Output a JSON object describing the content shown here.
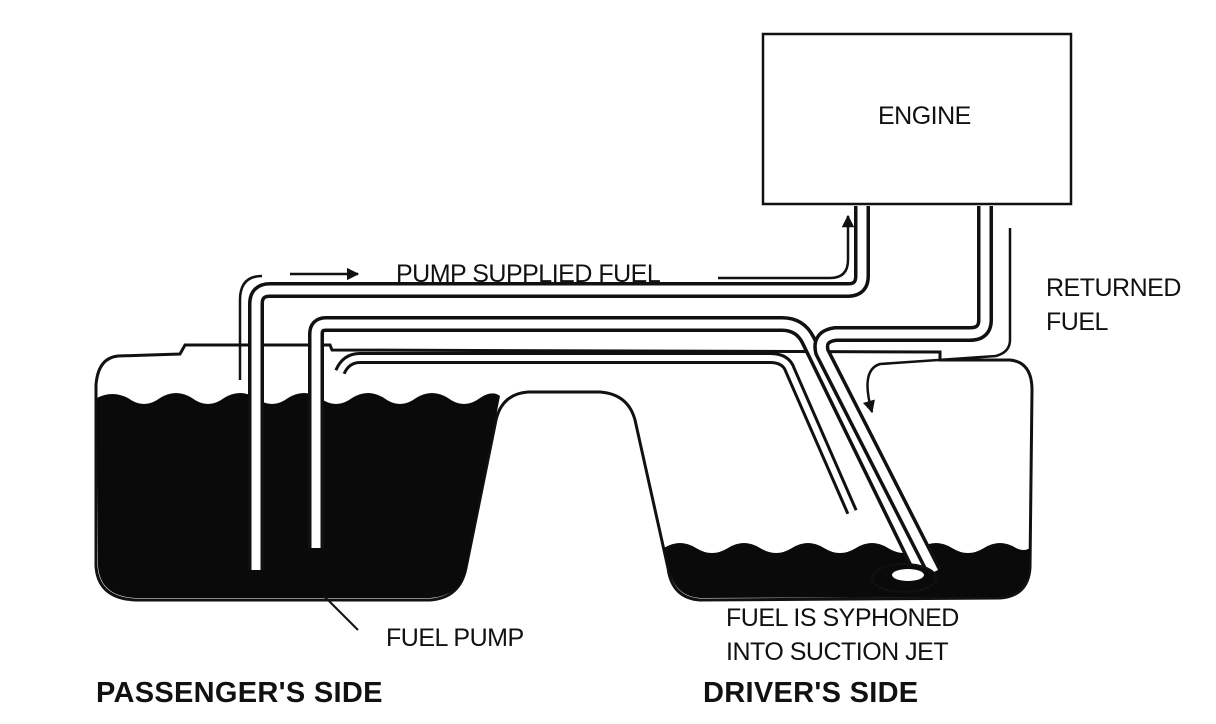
{
  "labels": {
    "engine": "ENGINE",
    "pump_supplied_fuel": "PUMP SUPPLIED FUEL",
    "returned_fuel_line1": "RETURNED",
    "returned_fuel_line2": "FUEL",
    "fuel_pump": "FUEL PUMP",
    "syphon_line1": "FUEL IS SYPHONED",
    "syphon_line2": "INTO SUCTION JET",
    "passenger_side": "PASSENGER'S SIDE",
    "driver_side": "DRIVER'S SIDE"
  },
  "colors": {
    "ink": "#111111",
    "fuel": "#0a0a0a",
    "paper": "#ffffff"
  }
}
